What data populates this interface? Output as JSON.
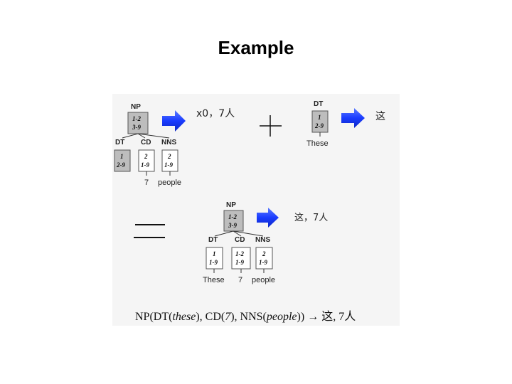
{
  "title": "Example",
  "colors": {
    "arrow": "#1a3cff",
    "box_shaded": "#bdbdbd",
    "box_plain": "#ffffff",
    "panel": "#f5f5f5"
  },
  "tree_a": {
    "root": {
      "label": "NP",
      "span1": "1-2",
      "span2": "3-9"
    },
    "children": [
      {
        "label": "DT",
        "span1": "1",
        "span2": "2-9"
      },
      {
        "label": "CD",
        "span1": "2",
        "span2": "1-9"
      },
      {
        "label": "NNS",
        "span1": "2",
        "span2": "1-9"
      }
    ],
    "words": [
      "7",
      "people"
    ],
    "target": "x0，7人"
  },
  "operator_plus": "+",
  "tree_b": {
    "root": {
      "label": "DT",
      "span1": "1",
      "span2": "2-9"
    },
    "word": "These",
    "target": "这"
  },
  "operator_equals": "=",
  "tree_c": {
    "root": {
      "label": "NP",
      "span1": "1-2",
      "span2": "3-9"
    },
    "children": [
      {
        "label": "DT",
        "span1": "1",
        "span2": "1-9"
      },
      {
        "label": "CD",
        "span1": "1-2",
        "span2": "1-9"
      },
      {
        "label": "NNS",
        "span1": "2",
        "span2": "1-9"
      }
    ],
    "words": [
      "These",
      "7",
      "people"
    ],
    "target": "这，7人"
  },
  "rule": {
    "prefix": "NP(DT(",
    "these": "these",
    "mid1": "), CD(",
    "seven": "7",
    "mid2": "), NNS(",
    "people": "people",
    "suffix": ")) →",
    "target": "这, 7人"
  }
}
